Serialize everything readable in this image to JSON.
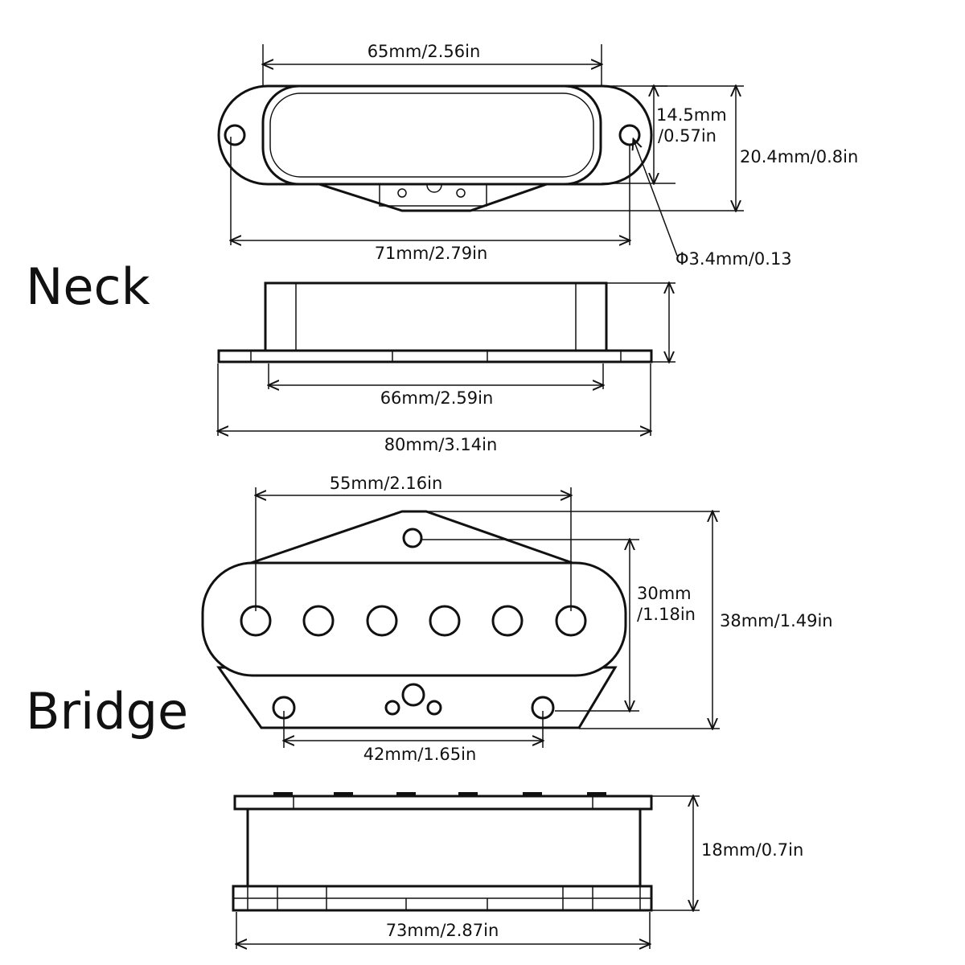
{
  "labels": {
    "neck": "Neck",
    "bridge": "Bridge"
  },
  "neck_top": {
    "coil_width": "65mm/2.56in",
    "coil_height_a": "14.5mm",
    "coil_height_b": "/0.57in",
    "plate_height": "20.4mm/0.8in",
    "hole_spacing": "71mm/2.79in",
    "hole_diameter": "Φ3.4mm/0.13"
  },
  "neck_side": {
    "base_inner": "66mm/2.59in",
    "base_total": "80mm/3.14in"
  },
  "bridge_top": {
    "pole_span": "55mm/2.16in",
    "height_a_1": "30mm",
    "height_a_2": "/1.18in",
    "height_total": "38mm/1.49in",
    "mount_span": "42mm/1.65in"
  },
  "bridge_side": {
    "height": "18mm/0.7in",
    "base_total": "73mm/2.87in"
  }
}
